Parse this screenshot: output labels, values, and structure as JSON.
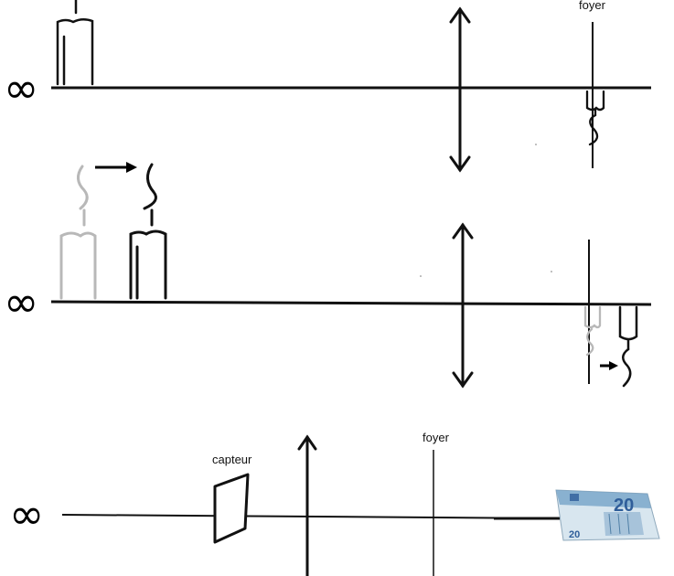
{
  "infinity_symbol": "∞",
  "panels": [
    {
      "focus_label": "foyer"
    },
    {},
    {
      "sensor_label": "capteur",
      "focus_label": "foyer"
    }
  ],
  "banknote": {
    "value": "20"
  },
  "colors": {
    "ink": "#111111",
    "faded": "#b8b8b8",
    "banknote_blue": "#6f9fc6",
    "banknote_light": "#d8e6ef"
  },
  "icons": {
    "candle": "candle-icon",
    "flame": "flame-icon",
    "arrow": "arrow-right-icon",
    "lens": "converging-lens-icon",
    "banknote": "euro-banknote-icon"
  }
}
